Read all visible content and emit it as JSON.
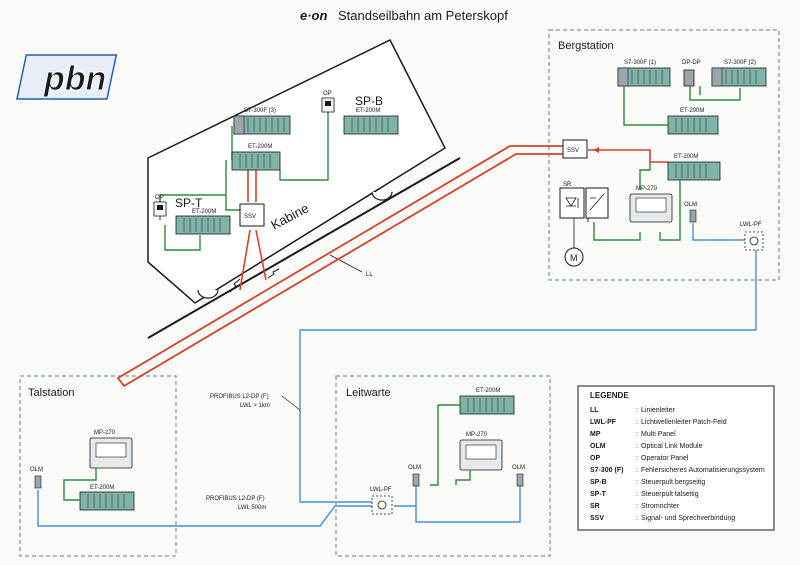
{
  "title": {
    "brand": "e·on",
    "text": "Standseilbahn am Peterskopf"
  },
  "logo_text": "pbn",
  "zones": {
    "berg": "Bergstation",
    "tal": "Talstation",
    "leit": "Leitwarte"
  },
  "kabine": {
    "label": "Kabine",
    "spb": "SP-B",
    "spt": "SP-T"
  },
  "labels": {
    "s7_3": "S7-300F (3)",
    "s7_1": "S7-300F (1)",
    "s7_2": "S7-300F (2)",
    "dpdp": "DP-DP",
    "et": "ET-200M",
    "op": "OP",
    "ssv": "SSV",
    "mp": "MP-270",
    "olm": "OLM",
    "lwl": "LWL-PF",
    "sr": "SR",
    "motor": "M",
    "ll": "LL",
    "profibus1_a": "PROFIBUS L2-DP (F)",
    "profibus1_b": "LWL > 1km",
    "profibus2_a": "PROFIBUS L2-DP (F)",
    "profibus2_b": "LWL 500m"
  },
  "legend": {
    "title": "LEGENDE",
    "items": [
      {
        "key": "LL",
        "value": "Linienleiter"
      },
      {
        "key": "LWL-PF",
        "value": "Lichtwellenleiter Patch-Feld"
      },
      {
        "key": "MP",
        "value": "Multi Panel"
      },
      {
        "key": "OLM",
        "value": "Optical Link Module"
      },
      {
        "key": "OP",
        "value": "Operator Panel"
      },
      {
        "key": "S7-300 (F)",
        "value": "Fehlersicheres Automatisierungssystem"
      },
      {
        "key": "SP-B",
        "value": "Steuerpult bergseitig"
      },
      {
        "key": "SP-T",
        "value": "Steuerpult talseitig"
      },
      {
        "key": "SR",
        "value": "Stromrichter"
      },
      {
        "key": "SSV",
        "value": "Signal- und Sprechverbindung"
      }
    ]
  },
  "colors": {
    "green": "#2e8b3a",
    "red": "#d8402a",
    "blue": "#4a8fd0",
    "dash": "#8fa8c0",
    "logo": "#1f5fb0"
  }
}
